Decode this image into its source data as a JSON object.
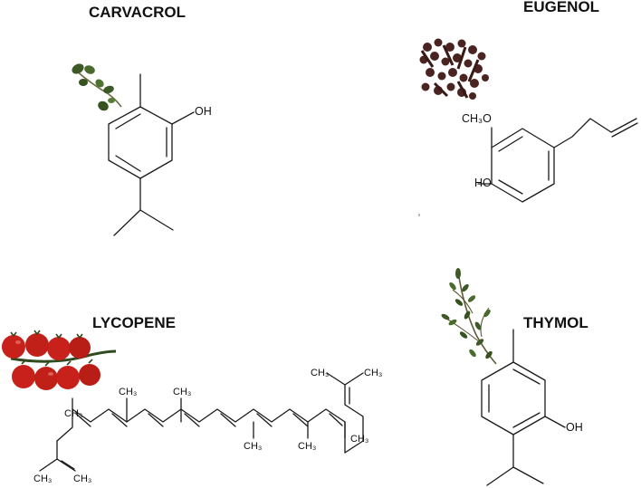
{
  "panels": {
    "carvacrol": {
      "title": "CARVACROL",
      "labels": {
        "oh": "OH"
      },
      "image": "oregano-sprig"
    },
    "eugenol": {
      "title": "EUGENOL",
      "labels": {
        "methoxy": "CH₃O",
        "hydroxyl": "HO"
      },
      "image": "cloves"
    },
    "lycopene": {
      "title": "LYCOPENE",
      "labels": {
        "methyl": "CH₃"
      },
      "image": "cherry-tomatoes"
    },
    "thymol": {
      "title": "THYMOL",
      "labels": {
        "oh": "OH"
      },
      "image": "thyme-sprig"
    }
  },
  "colors": {
    "ink": "#1a1a1a",
    "leaf": "#3d5a26",
    "clove": "#4a2420",
    "tomato": "#c8211c",
    "stem": "#2f4a1e"
  }
}
